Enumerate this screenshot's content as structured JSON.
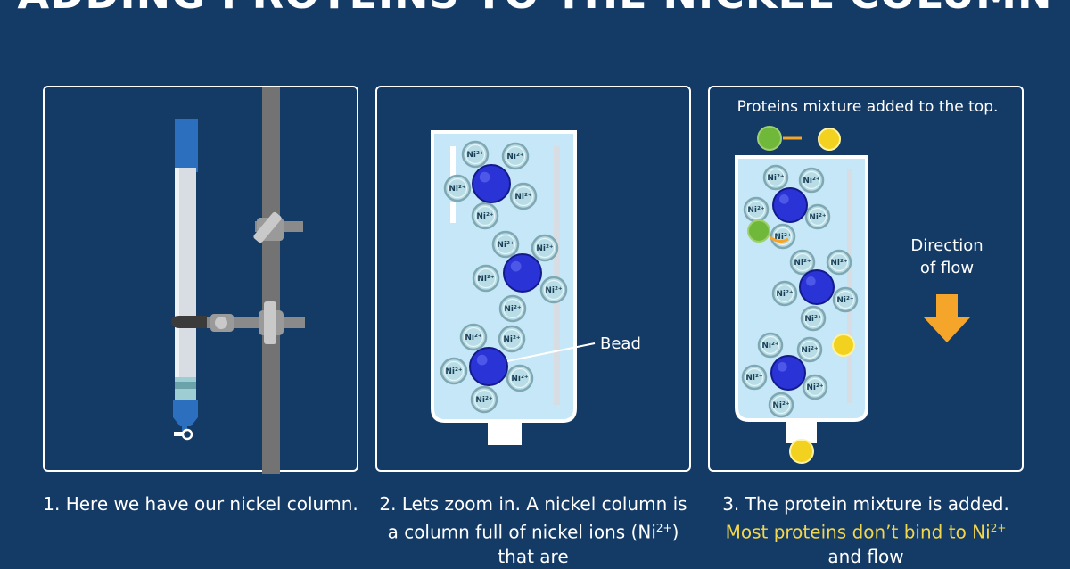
{
  "title": "ADDING PROTEINS TO THE NICKEL COLUMN",
  "panel2": {
    "bead_label": "Bead"
  },
  "panel3": {
    "top_label": "Proteins mixture added to the top.",
    "flow_line1": "Direction",
    "flow_line2": "of flow"
  },
  "ion_label": "Ni²⁺",
  "captions": {
    "step1": "1. Here we have our nickel column.",
    "step2_a": "2. Lets zoom in. A nickel column is a column full of nickel ions (Ni",
    "step2_sup": "2+",
    "step2_b": ") that are",
    "step3_a": "3. The protein mixture is added. ",
    "step3_hl_a": "Most proteins don’t bind to Ni",
    "step3_hl_sup": "2+",
    "step3_b": " and flow"
  },
  "colors": {
    "background": "#143a66",
    "bead": "#2a33d6",
    "ion": "#b9dde6",
    "liquid": "#c5e7f7",
    "yellow_protein": "#f2d21e",
    "green_protein": "#6fb83a",
    "arrow": "#f5a52a",
    "highlight": "#f2d64b"
  }
}
